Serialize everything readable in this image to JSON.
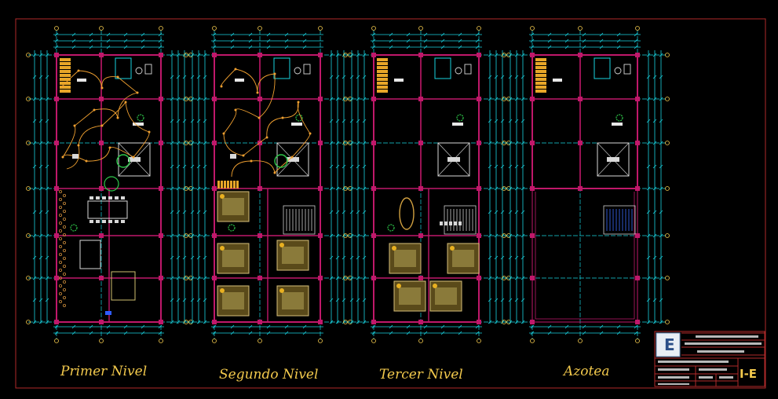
{
  "levels": [
    {
      "id": "primer",
      "label": "Primer Nivel"
    },
    {
      "id": "segundo",
      "label": "Segundo  Nivel"
    },
    {
      "id": "tercer",
      "label": "Tercer  Nivel"
    },
    {
      "id": "azotea",
      "label": "Azotea"
    }
  ],
  "title_block": {
    "logo_letter": "E",
    "sheet_code": "I-E"
  },
  "colors": {
    "background": "#000000",
    "border": "#b02a2a",
    "walls": "#c0186a",
    "grid_axes": "#19d3e0",
    "dimension_lines": "#19d3e0",
    "electrical": "#f0a030",
    "stairs": "#e8a628",
    "labels": "#f2c94c",
    "fixtures": "#d8d8d8",
    "plants": "#2ec84a"
  }
}
